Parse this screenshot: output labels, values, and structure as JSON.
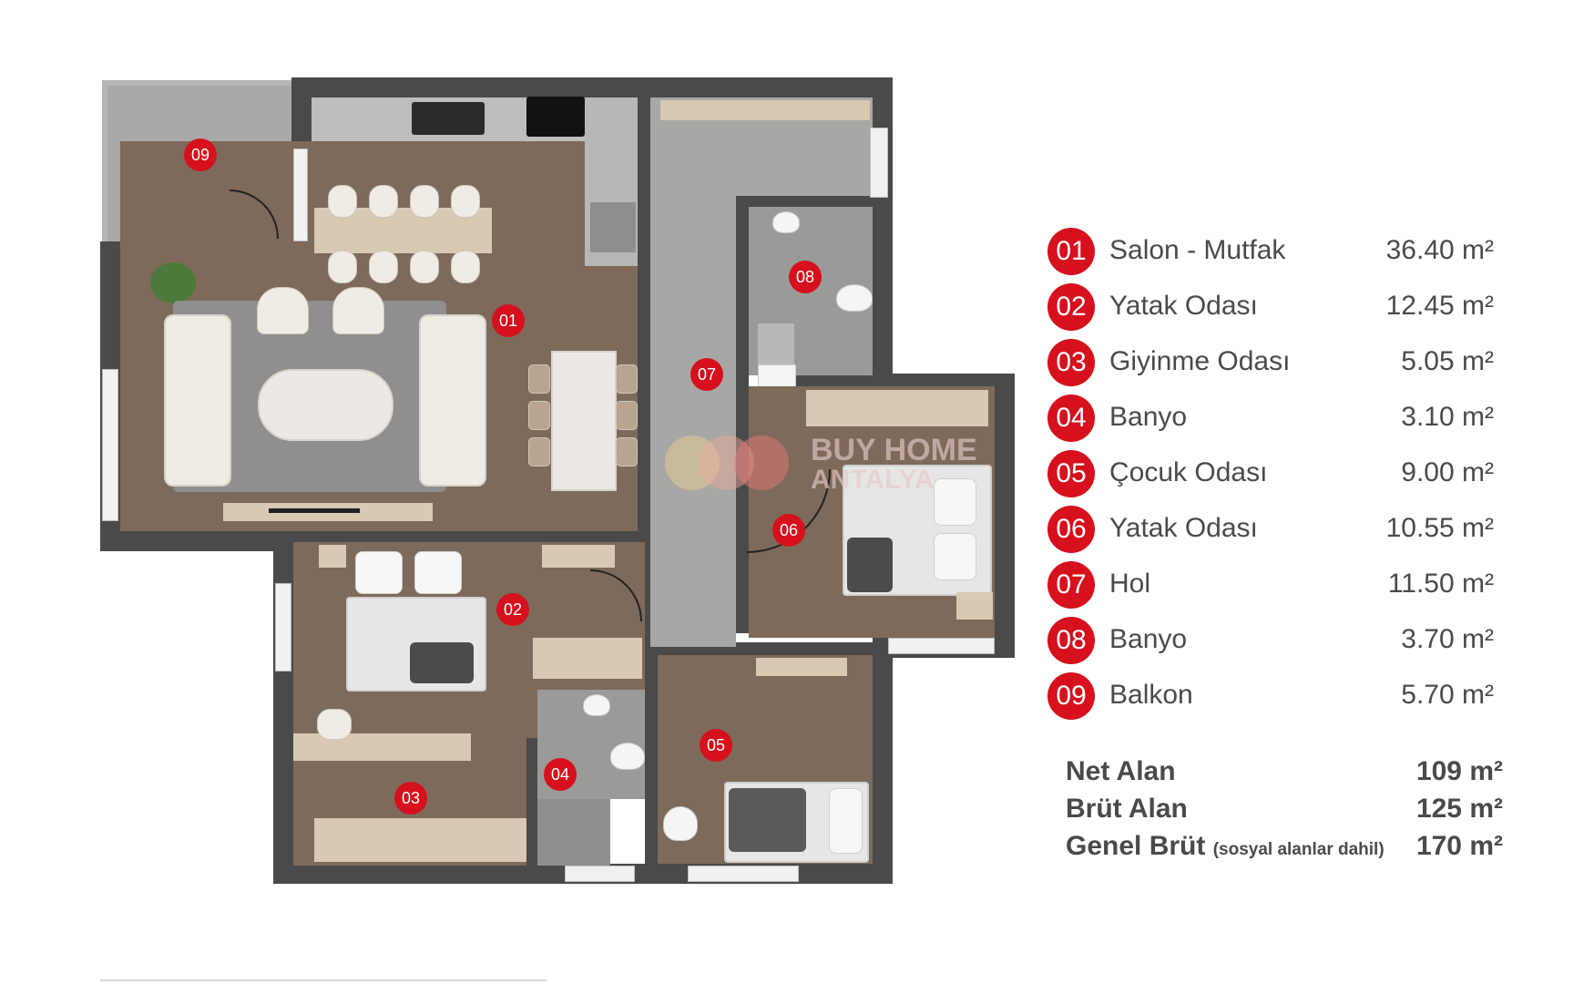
{
  "rooms": [
    {
      "num": "01",
      "name": "Salon - Mutfak",
      "area": "36.40 m²"
    },
    {
      "num": "02",
      "name": "Yatak Odası",
      "area": "12.45 m²"
    },
    {
      "num": "03",
      "name": "Giyinme Odası",
      "area": "5.05 m²"
    },
    {
      "num": "04",
      "name": "Banyo",
      "area": "3.10 m²"
    },
    {
      "num": "05",
      "name": "Çocuk Odası",
      "area": "9.00 m²"
    },
    {
      "num": "06",
      "name": "Yatak Odası",
      "area": "10.55 m²"
    },
    {
      "num": "07",
      "name": "Hol",
      "area": "11.50 m²"
    },
    {
      "num": "08",
      "name": "Banyo",
      "area": "3.70 m²"
    },
    {
      "num": "09",
      "name": "Balkon",
      "area": "5.70 m²"
    }
  ],
  "totals": {
    "net_label": "Net Alan",
    "net_value": "109 m²",
    "brut_label": "Brüt Alan",
    "brut_value": "125 m²",
    "genel_label": "Genel Brüt",
    "genel_note": "(sosyal alanlar dahil)",
    "genel_value": "170 m²"
  },
  "watermark": {
    "line1": "BUY HOME",
    "line2": "ANTALYA"
  },
  "colors": {
    "accent": "#d6101d",
    "text": "#4a4a4a"
  }
}
